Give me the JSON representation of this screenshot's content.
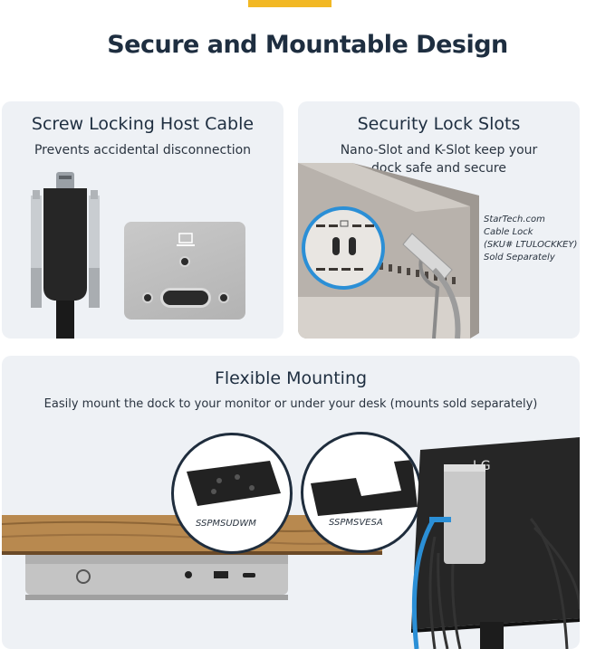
{
  "header": {
    "title": "Secure and Mountable Design"
  },
  "screw_panel": {
    "title": "Screw Locking Host Cable",
    "subtitle": "Prevents accidental disconnection"
  },
  "lock_panel": {
    "title": "Security Lock Slots",
    "subtitle_line1": "Nano-Slot and K-Slot keep your",
    "subtitle_line2": "dock safe and secure",
    "note_line1": "StarTech.com",
    "note_line2": "Cable Lock",
    "note_line3": "(SKU# LTULOCKKEY)",
    "note_line4": "Sold Separately"
  },
  "mount_panel": {
    "title": "Flexible Mounting",
    "subtitle": "Easily mount the dock to your monitor or under your desk (mounts sold separately)",
    "mount1_sku": "SSPMSUDWM",
    "mount2_sku": "SSPMSVESA",
    "monitor_brand": "LG"
  },
  "colors": {
    "accent": "#f2b824",
    "panel_bg": "#eef1f5",
    "title": "#1e2e40",
    "highlight_ring": "#2b8fd6"
  }
}
